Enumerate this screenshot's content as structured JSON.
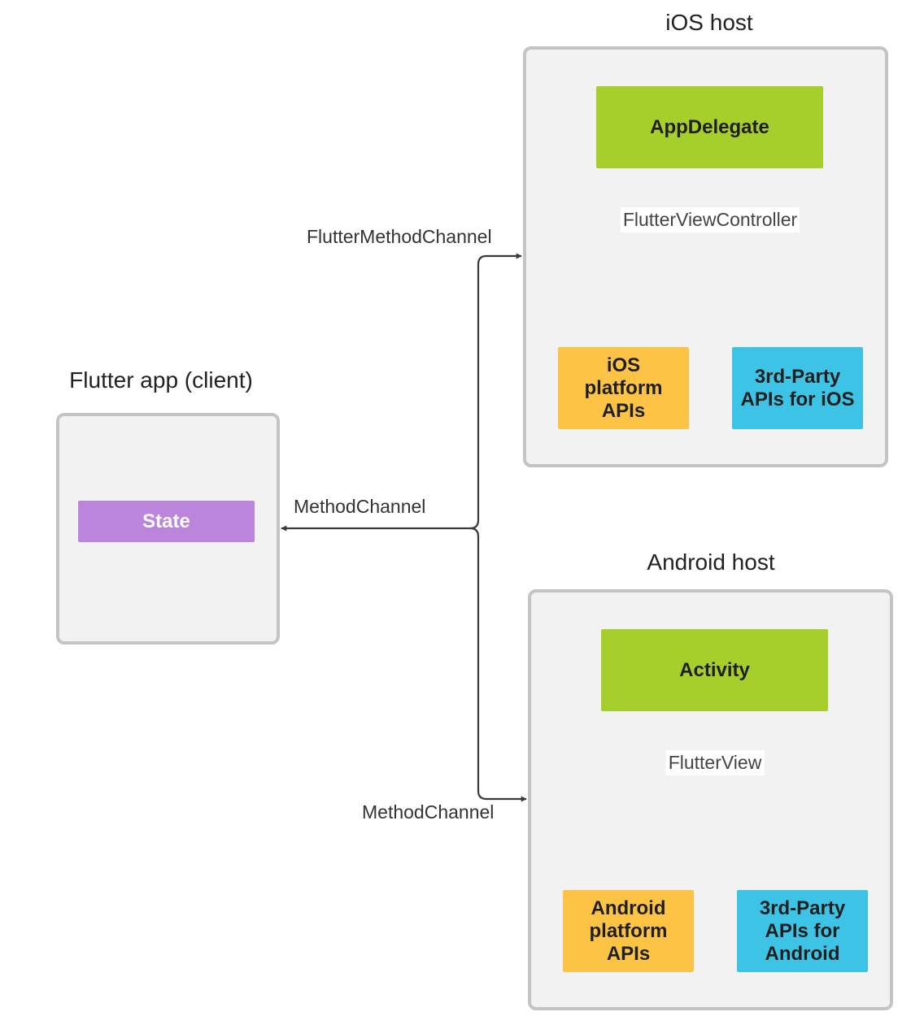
{
  "client": {
    "title": "Flutter app (client)",
    "state_label": "State"
  },
  "ios": {
    "title": "iOS host",
    "delegate_label": "AppDelegate",
    "controller_label": "FlutterViewController",
    "platform_label": "iOS platform APIs",
    "third_party_label": "3rd-Party APIs for iOS"
  },
  "android": {
    "title": "Android host",
    "activity_label": "Activity",
    "view_label": "FlutterView",
    "platform_label": "Android platform APIs",
    "third_party_label": "3rd-Party APIs for Android"
  },
  "channels": {
    "ios_channel": "FlutterMethodChannel",
    "client_channel": "MethodChannel",
    "android_channel": "MethodChannel"
  },
  "colors": {
    "host_component": "#a7cf2c",
    "platform_api": "#fdc345",
    "third_party_api": "#3cc3e6",
    "state": "#bc85dc",
    "container_bg": "#f2f2f2",
    "container_border": "#c4c4c4"
  }
}
